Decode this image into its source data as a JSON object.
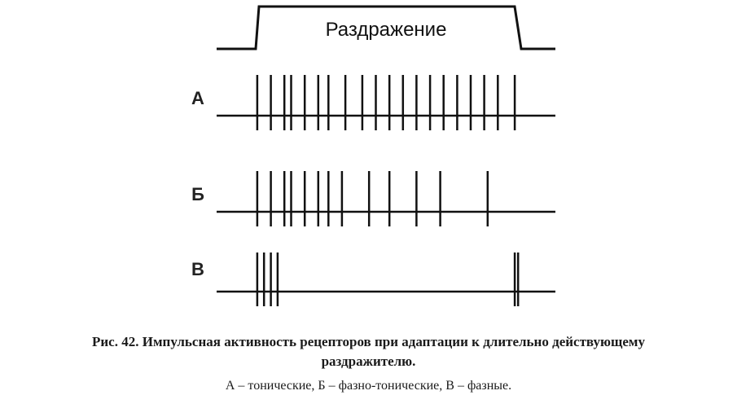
{
  "stimulus": {
    "label": "Раздражение"
  },
  "traces": [
    {
      "label": "А",
      "spikes": [
        0.12,
        0.16,
        0.2,
        0.22,
        0.26,
        0.3,
        0.33,
        0.38,
        0.43,
        0.47,
        0.51,
        0.55,
        0.59,
        0.63,
        0.67,
        0.71,
        0.75,
        0.79,
        0.83,
        0.88
      ]
    },
    {
      "label": "Б",
      "spikes": [
        0.12,
        0.16,
        0.2,
        0.22,
        0.26,
        0.3,
        0.33,
        0.37,
        0.45,
        0.51,
        0.59,
        0.66,
        0.8
      ]
    },
    {
      "label": "В",
      "spikes": [
        0.12,
        0.14,
        0.16,
        0.18,
        0.88,
        0.89
      ]
    }
  ],
  "caption": {
    "title_line1": "Рис. 42.  Импульсная активность рецепторов при адаптации к длительно действующему",
    "title_line2": "раздражителю.",
    "legend": "А – тонические, Б – фазно-тонические, В – фазные."
  }
}
